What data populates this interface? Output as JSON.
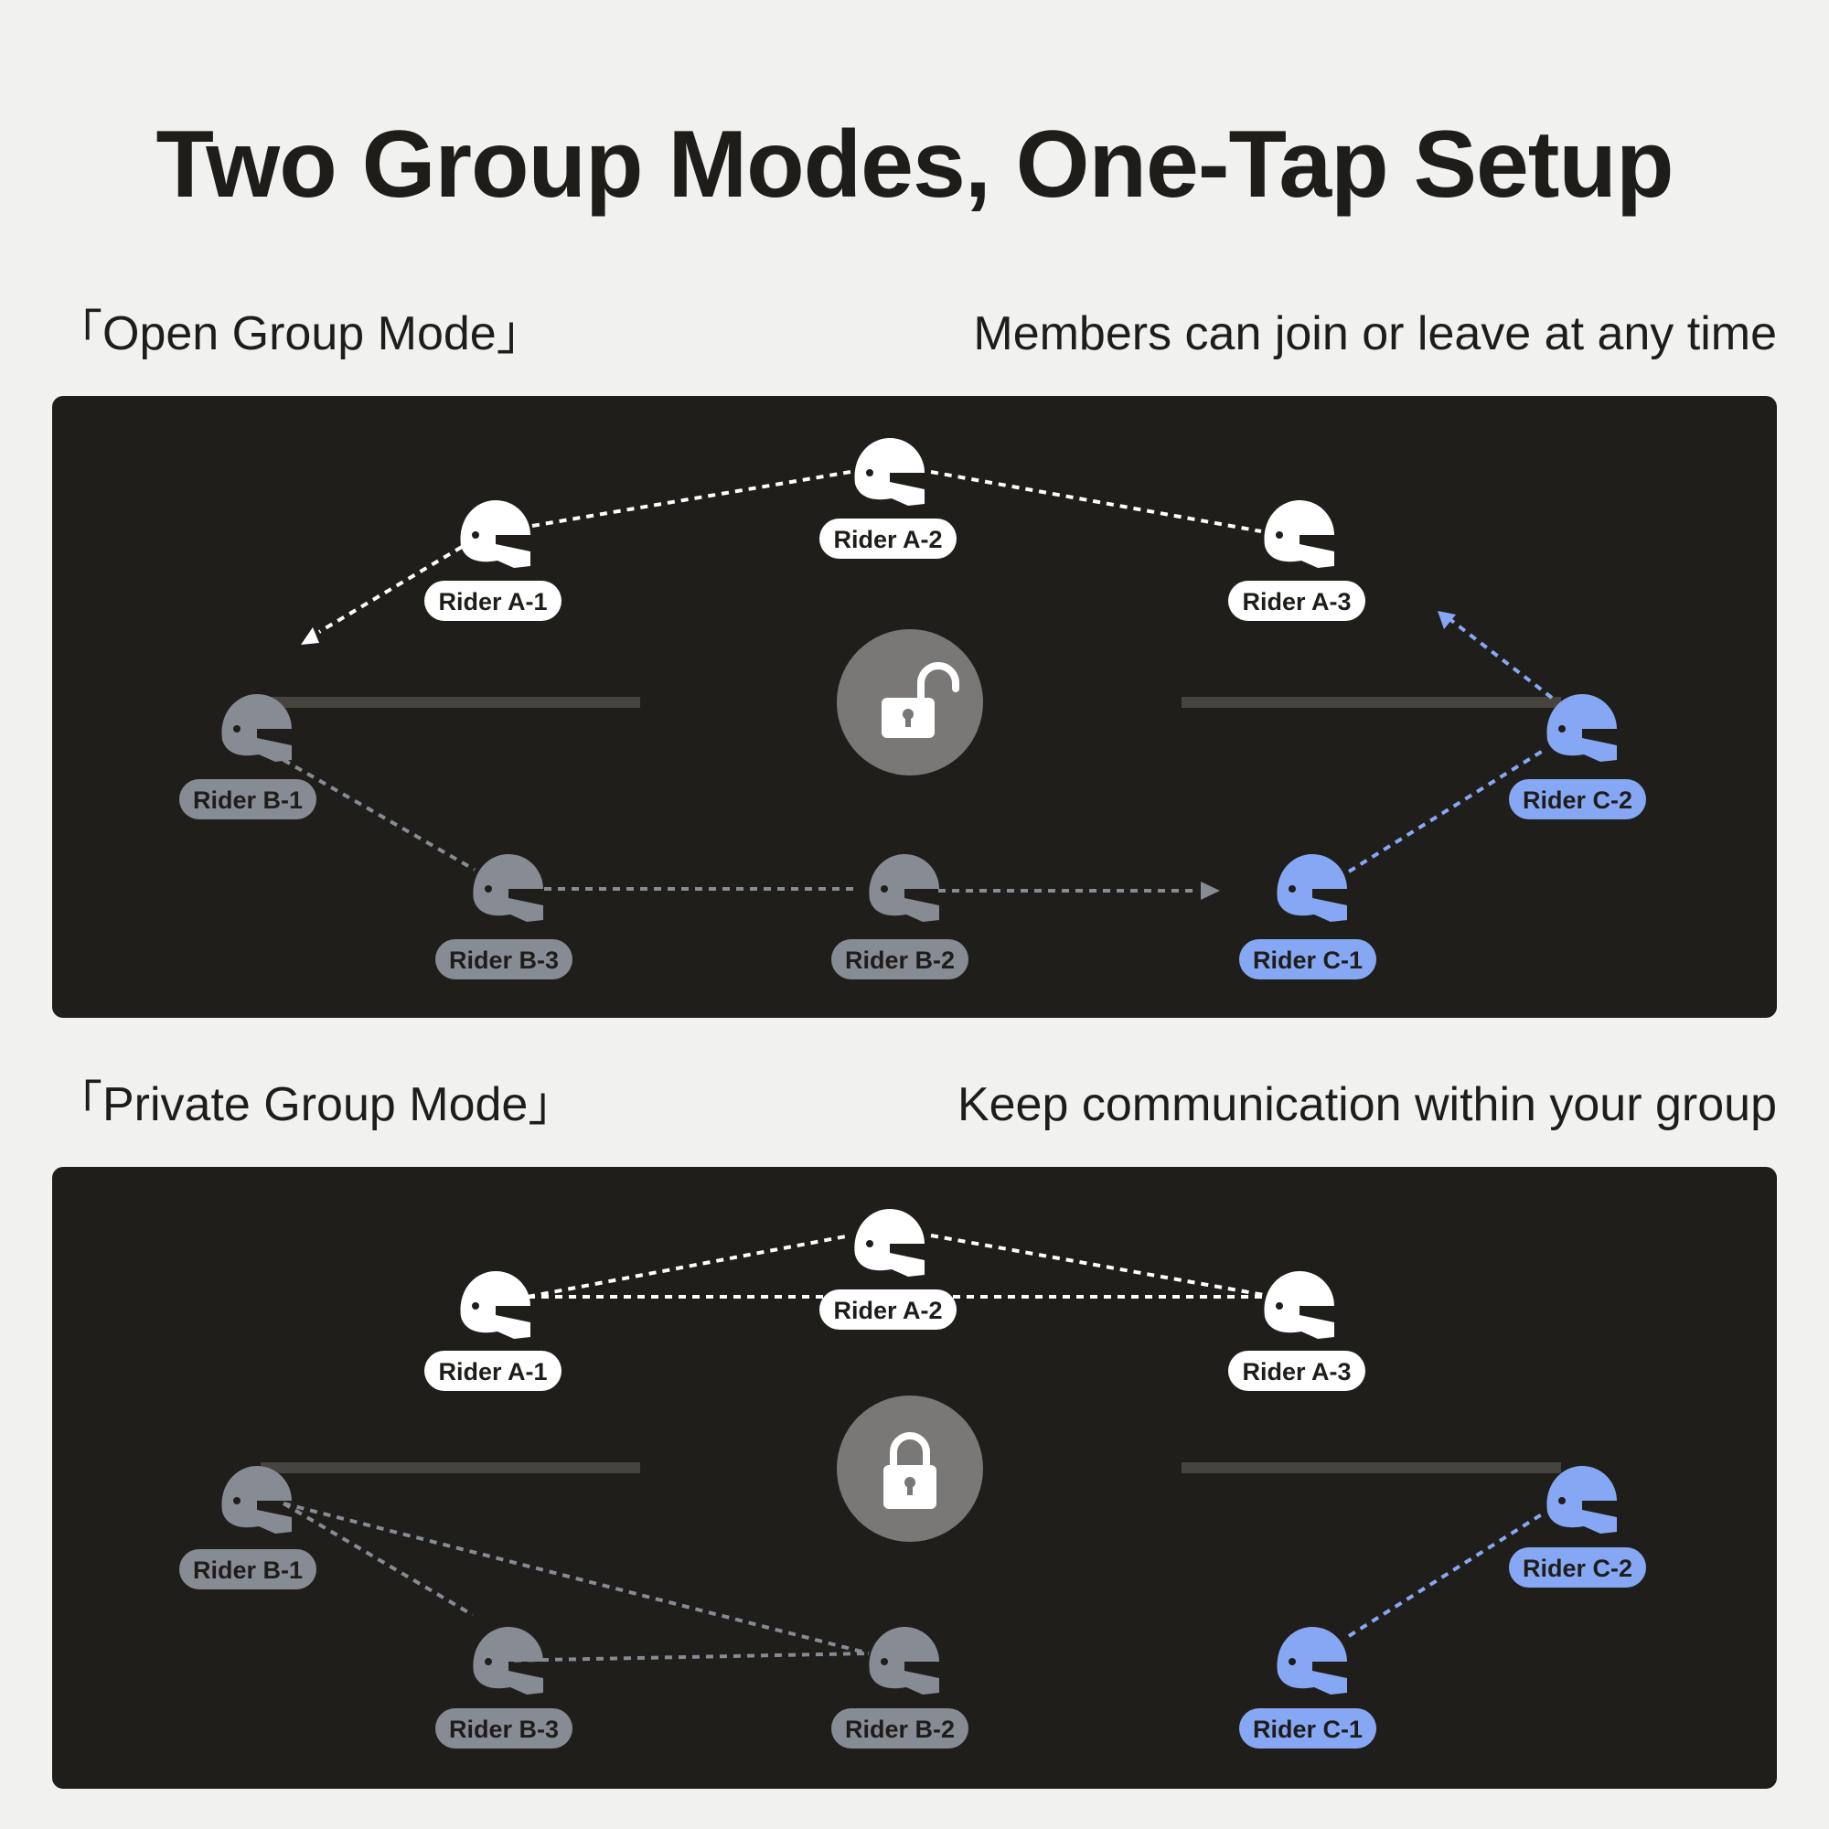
{
  "title": "Two Group Modes, One-Tap Setup",
  "colors": {
    "background": "#f1f2f0",
    "panel": "#201e1b",
    "group_a": "#ffffff",
    "group_b": "#878b94",
    "group_c": "#86a8f4",
    "lock_circle": "#7a7876",
    "divider": "#47443f"
  },
  "sections": [
    {
      "title": "「Open Group Mode」",
      "description": "Members can join or leave at any time",
      "lock_icon": "lock-open-icon",
      "riders": [
        {
          "id": "A-1",
          "label": "Rider A-1",
          "group": "A"
        },
        {
          "id": "A-2",
          "label": "Rider A-2",
          "group": "A"
        },
        {
          "id": "A-3",
          "label": "Rider A-3",
          "group": "A"
        },
        {
          "id": "B-1",
          "label": "Rider B-1",
          "group": "B"
        },
        {
          "id": "B-2",
          "label": "Rider B-2",
          "group": "B"
        },
        {
          "id": "B-3",
          "label": "Rider B-3",
          "group": "B"
        },
        {
          "id": "C-1",
          "label": "Rider C-1",
          "group": "C"
        },
        {
          "id": "C-2",
          "label": "Rider C-2",
          "group": "C"
        }
      ]
    },
    {
      "title": "「Private Group Mode」",
      "description": "Keep communication within your group",
      "lock_icon": "lock-closed-icon",
      "riders": [
        {
          "id": "A-1",
          "label": "Rider A-1",
          "group": "A"
        },
        {
          "id": "A-2",
          "label": "Rider A-2",
          "group": "A"
        },
        {
          "id": "A-3",
          "label": "Rider A-3",
          "group": "A"
        },
        {
          "id": "B-1",
          "label": "Rider B-1",
          "group": "B"
        },
        {
          "id": "B-2",
          "label": "Rider B-2",
          "group": "B"
        },
        {
          "id": "B-3",
          "label": "Rider B-3",
          "group": "B"
        },
        {
          "id": "C-1",
          "label": "Rider C-1",
          "group": "C"
        },
        {
          "id": "C-2",
          "label": "Rider C-2",
          "group": "C"
        }
      ]
    }
  ]
}
